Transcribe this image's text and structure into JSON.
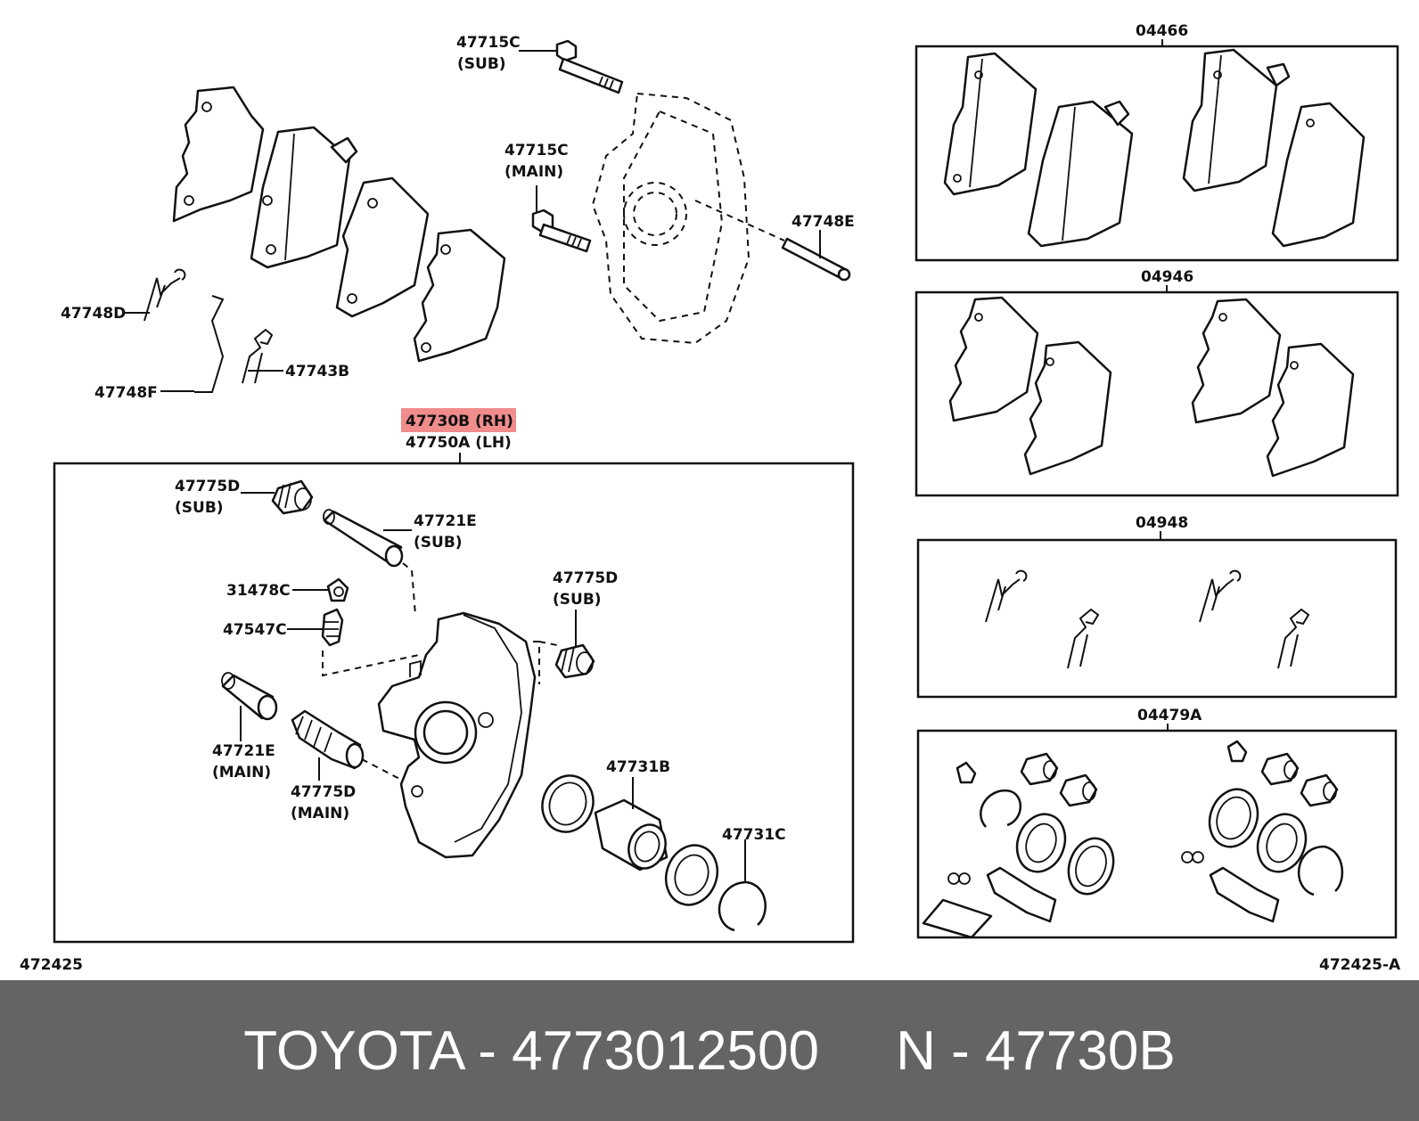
{
  "labels": {
    "l47715c_sub": "47715C",
    "l47715c_sub2": "(SUB)",
    "l47715c_main": "47715C",
    "l47715c_main2": "(MAIN)",
    "l47748e": "47748E",
    "l47748d": "47748D",
    "l47748f": "47748F",
    "l47743b": "47743B",
    "l47730b": "47730B (RH)",
    "l47750a": "47750A (LH)",
    "l47775d_sub": "47775D",
    "l47775d_sub2": "(SUB)",
    "l47721e_sub": "47721E",
    "l47721e_sub2": "(SUB)",
    "l31478c": "31478C",
    "l47547c": "47547C",
    "l47775d_sub_b": "47775D",
    "l47775d_sub_b2": "(SUB)",
    "l47721e_main": "47721E",
    "l47721e_main2": "(MAIN)",
    "l47775d_main": "47775D",
    "l47775d_main2": "(MAIN)",
    "l47731b": "47731B",
    "l47731c": "47731C",
    "l04466": "04466",
    "l04946": "04946",
    "l04948": "04948",
    "l04479a": "04479A",
    "code_left": "472425",
    "code_right": "472425-A"
  },
  "footer": {
    "text": "TOYOTA - 4773012500     N - 47730B"
  },
  "colors": {
    "highlight": "#f08c8c",
    "footer_bg": "#646464",
    "footer_text": "#ffffff"
  }
}
